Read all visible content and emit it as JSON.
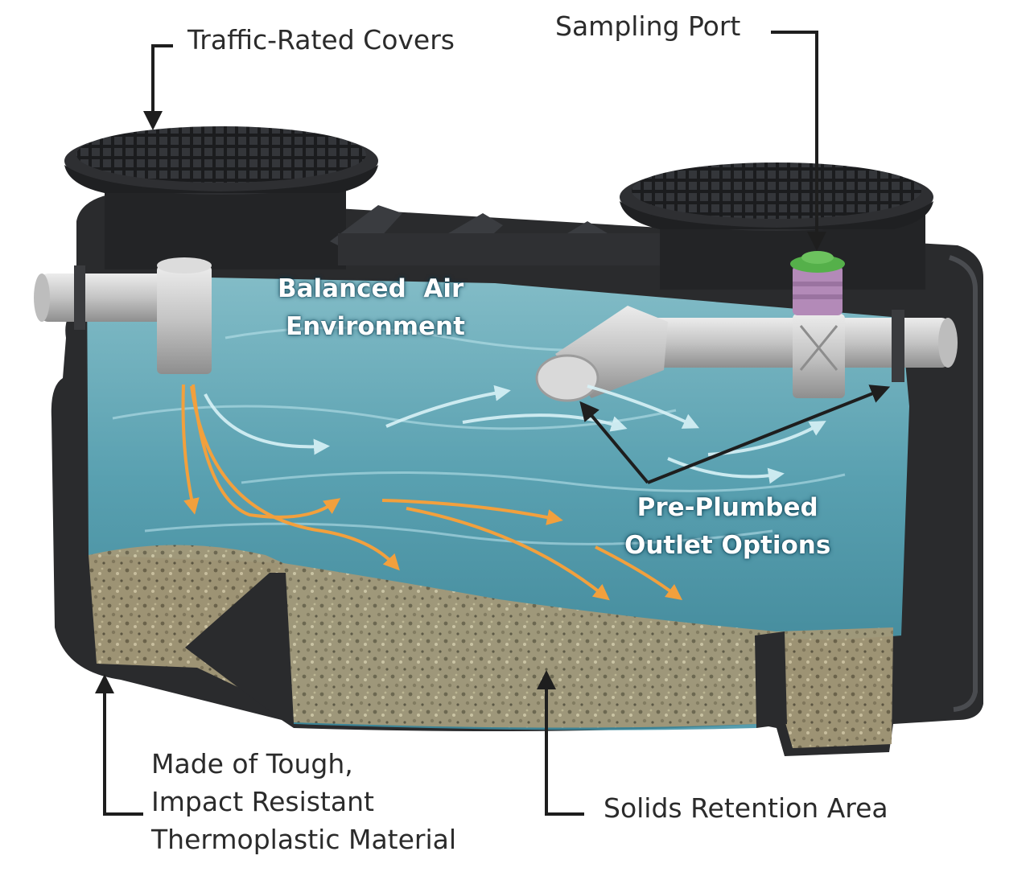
{
  "callouts": {
    "traffic_rated_covers": "Traffic-Rated Covers",
    "sampling_port": "Sampling Port",
    "balanced_air_environment": [
      "Balanced  Air",
      "Environment"
    ],
    "pre_plumbed_outlet_options": [
      "Pre-Plumbed",
      "Outlet Options"
    ],
    "material": [
      "Made of Tough,",
      "Impact Resistant",
      "Thermoplastic Material"
    ],
    "solids_retention_area": "Solids Retention Area"
  },
  "colors": {
    "tank_body": "#2a2b2d",
    "water": "#6fb9c8",
    "sediment": "#a79c7c",
    "pipe": "#c9c9c9",
    "air_flow_arrows": "#d8f2f7",
    "solids_flow_arrows": "#f2a03d",
    "sampling_port_cap": "#55b04a",
    "sampling_port_body": "#b38ab8",
    "callout_line": "#1e1e1e"
  }
}
